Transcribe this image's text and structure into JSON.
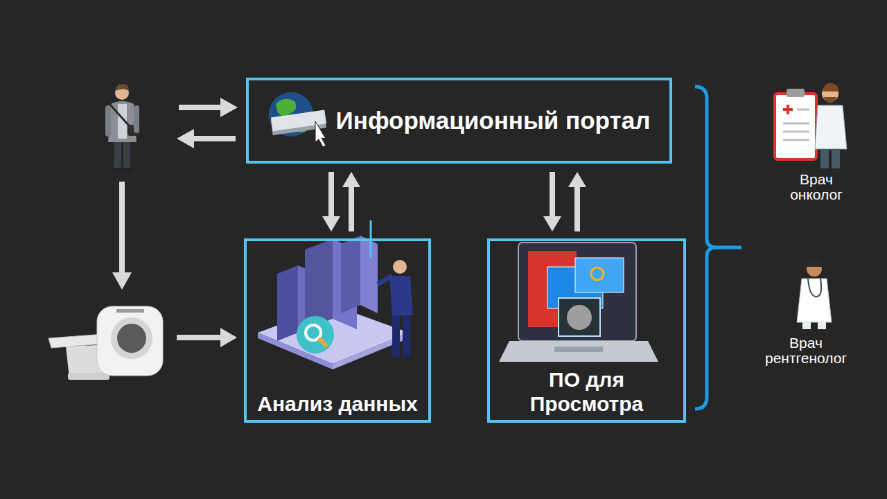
{
  "diagram": {
    "nodes": [
      {
        "text": [
          "Информационный портал"
        ]
      },
      {
        "text": [
          "Анализ данных"
        ]
      },
      {
        "text": [
          "ПО для Просмотра"
        ]
      }
    ],
    "edges": [
      {
        "from": 0,
        "to": 1,
        "arrow": "to"
      },
      {
        "from": 1,
        "to": 0,
        "arrow": "to"
      },
      {
        "from": 0,
        "to": 2,
        "arrow": "to"
      },
      {
        "from": 2,
        "to": 0,
        "arrow": "to"
      }
    ],
    "labels": [
      "Врач онколог",
      "Врач рентгенолог"
    ]
  }
}
